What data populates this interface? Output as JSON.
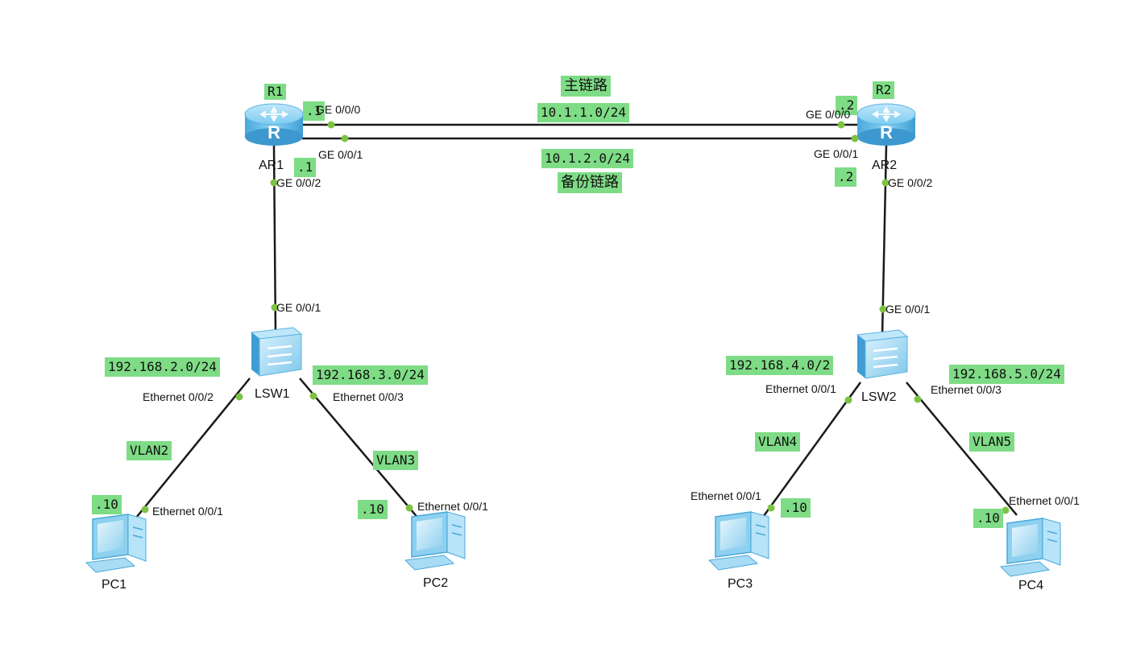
{
  "links": {
    "main_title": "主链路",
    "main_subnet": "10.1.1.0/24",
    "backup_subnet": "10.1.2.0/24",
    "backup_title": "备份链路"
  },
  "devices": {
    "r1_tag": "R1",
    "r2_tag": "R2",
    "ar1": "AR1",
    "ar2": "AR2",
    "lsw1": "LSW1",
    "lsw2": "LSW2",
    "pc1": "PC1",
    "pc2": "PC2",
    "pc3": "PC3",
    "pc4": "PC4"
  },
  "addresses": {
    "ar1_main_host": ".1",
    "ar1_down_host": ".1",
    "ar2_main_host": ".2",
    "ar2_down_host": ".2",
    "pc1_host": ".10",
    "pc2_host": ".10",
    "pc3_host": ".10",
    "pc4_host": ".10",
    "net2": "192.168.2.0/24",
    "net3": "192.168.3.0/24",
    "net4": "192.168.4.0/2",
    "net5": "192.168.5.0/24"
  },
  "vlans": {
    "v2": "VLAN2",
    "v3": "VLAN3",
    "v4": "VLAN4",
    "v5": "VLAN5"
  },
  "ports": {
    "ar1_ge000": "GE 0/0/0",
    "ar1_ge001": "GE 0/0/1",
    "ar1_ge002": "GE 0/0/2",
    "ar2_ge000": "GE 0/0/0",
    "ar2_ge001": "GE 0/0/1",
    "ar2_ge002": "GE 0/0/2",
    "lsw1_ge001": "GE 0/0/1",
    "lsw1_eth002": "Ethernet 0/0/2",
    "lsw1_eth003": "Ethernet 0/0/3",
    "lsw2_ge001": "GE 0/0/1",
    "lsw2_eth001": "Ethernet 0/0/1",
    "lsw2_eth003": "Ethernet 0/0/3",
    "pc1_eth": "Ethernet 0/0/1",
    "pc2_eth": "Ethernet 0/0/1",
    "pc3_eth": "Ethernet 0/0/1",
    "pc4_eth": "Ethernet 0/0/1"
  },
  "colors": {
    "label_bg": "#7fdc86",
    "port_dot": "#7dc242",
    "link_line": "#1a1a1a",
    "device_blue": "#5bb8e8"
  }
}
